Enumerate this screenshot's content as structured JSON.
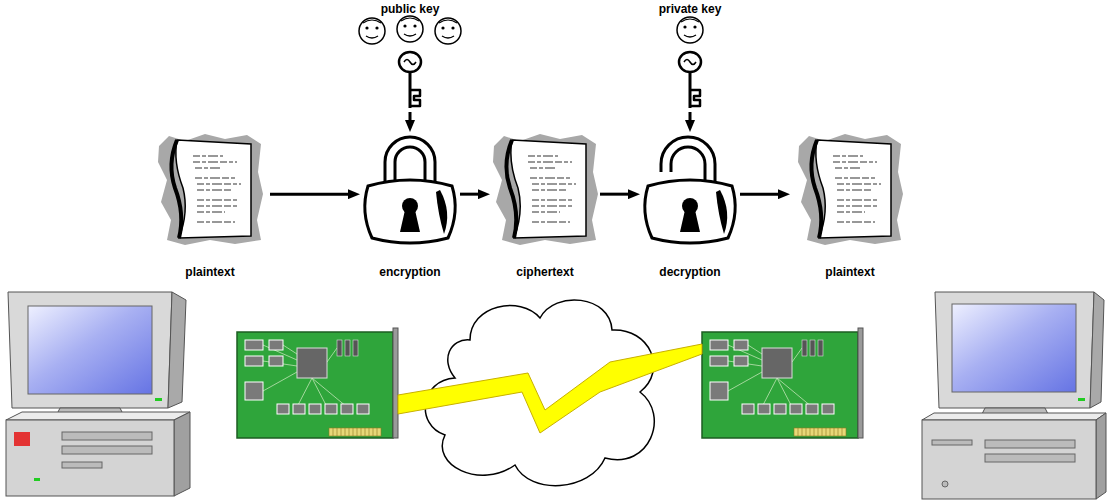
{
  "diagram": {
    "nodes": [
      {
        "text": [
          "public key"
        ]
      },
      {
        "text": [
          "private key"
        ]
      },
      {
        "text": [
          "plaintext"
        ]
      },
      {
        "text": [
          "encryption"
        ]
      },
      {
        "text": [
          "ciphertext"
        ]
      },
      {
        "text": [
          "decryption"
        ]
      },
      {
        "text": [
          "plaintext"
        ]
      }
    ],
    "edges": [
      {
        "from": 0,
        "to": 3,
        "arrow": "to"
      },
      {
        "from": 1,
        "to": 5,
        "arrow": "to"
      },
      {
        "from": 2,
        "to": 3,
        "arrow": "to"
      },
      {
        "from": 3,
        "to": 4,
        "arrow": "to"
      },
      {
        "from": 4,
        "to": 5,
        "arrow": "to"
      },
      {
        "from": 5,
        "to": 6,
        "arrow": "to"
      }
    ]
  }
}
